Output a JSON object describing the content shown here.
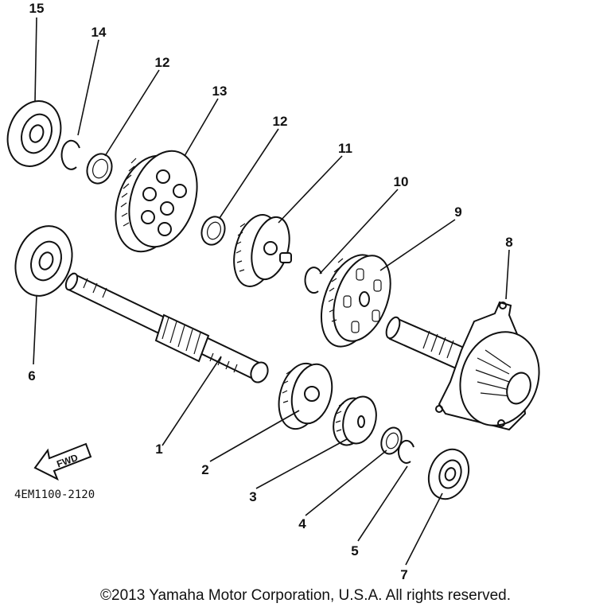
{
  "diagram": {
    "drawing_code": "4EM1100-2120",
    "fwd_label": "FWD",
    "callouts": [
      "1",
      "2",
      "3",
      "4",
      "5",
      "6",
      "7",
      "8",
      "9",
      "10",
      "11",
      "12",
      "12",
      "13",
      "14",
      "15"
    ]
  },
  "footer": {
    "copyright": "©2013 Yamaha Motor Corporation, U.S.A. All rights reserved."
  }
}
